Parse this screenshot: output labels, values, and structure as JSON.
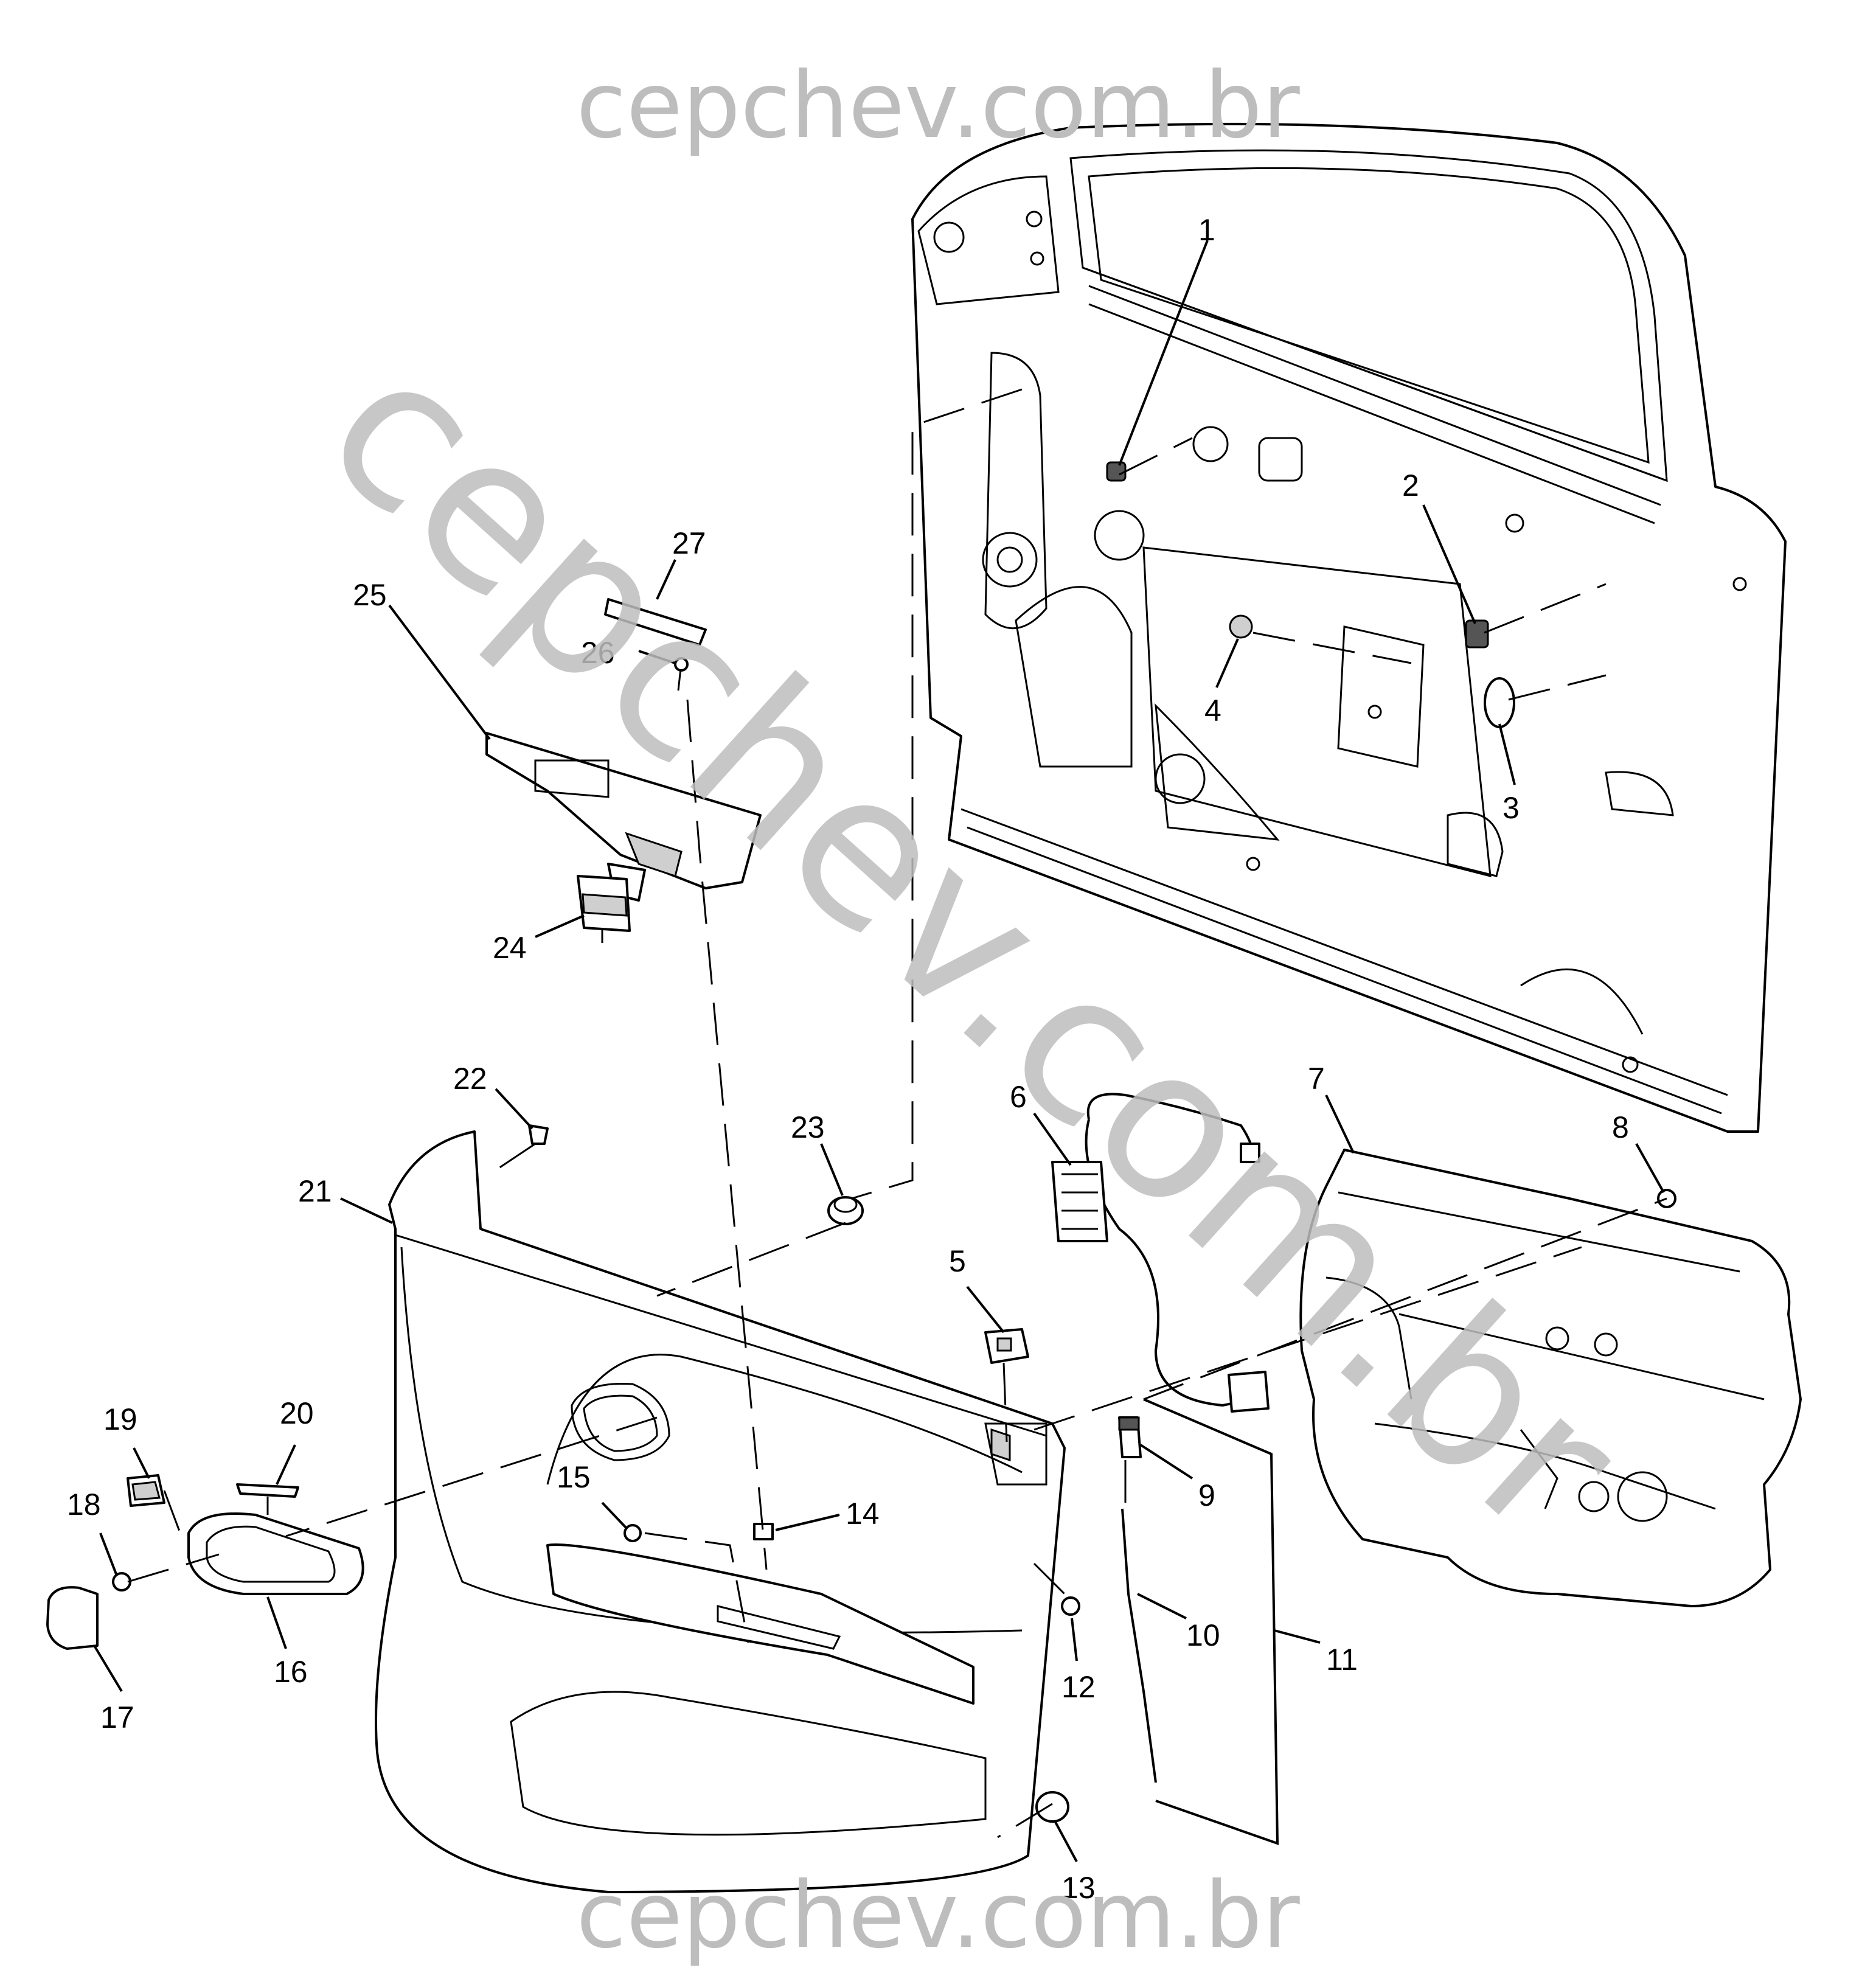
{
  "watermark": {
    "top": "cepchev.com.br",
    "diagonal": "cepchev.com.br",
    "bottom": "cepchev.com.br"
  },
  "callouts": [
    "1",
    "2",
    "3",
    "4",
    "5",
    "6",
    "7",
    "8",
    "9",
    "10",
    "11",
    "12",
    "13",
    "14",
    "15",
    "16",
    "17",
    "18",
    "19",
    "20",
    "21",
    "22",
    "23",
    "24",
    "25",
    "26",
    "27"
  ],
  "colors": {
    "line": "#000000",
    "watermark": "#bdbdbd",
    "background": "#ffffff"
  }
}
